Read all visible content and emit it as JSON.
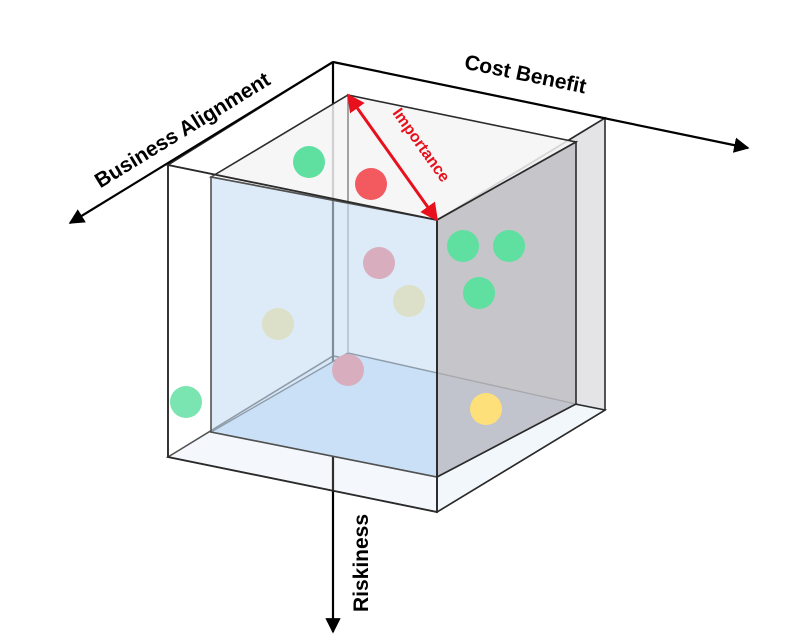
{
  "axes": {
    "business_alignment": "Business Alignment",
    "cost_benefit": "Cost Benefit",
    "riskiness": "Riskiness"
  },
  "importance_label": "Importance",
  "colors": {
    "green": "#5fe0a0",
    "red": "#f25a5f",
    "yellow": "#fde07a",
    "importance": "#e8101c",
    "front_face": "#c4def7",
    "right_face": "#c9c9cd",
    "outline": "#2b2b2b"
  },
  "points": [
    {
      "color": "green"
    },
    {
      "color": "red"
    },
    {
      "color": "green"
    },
    {
      "color": "green"
    },
    {
      "color": "red"
    },
    {
      "color": "green"
    },
    {
      "color": "yellow"
    },
    {
      "color": "yellow"
    },
    {
      "color": "red"
    },
    {
      "color": "green"
    },
    {
      "color": "yellow"
    }
  ]
}
